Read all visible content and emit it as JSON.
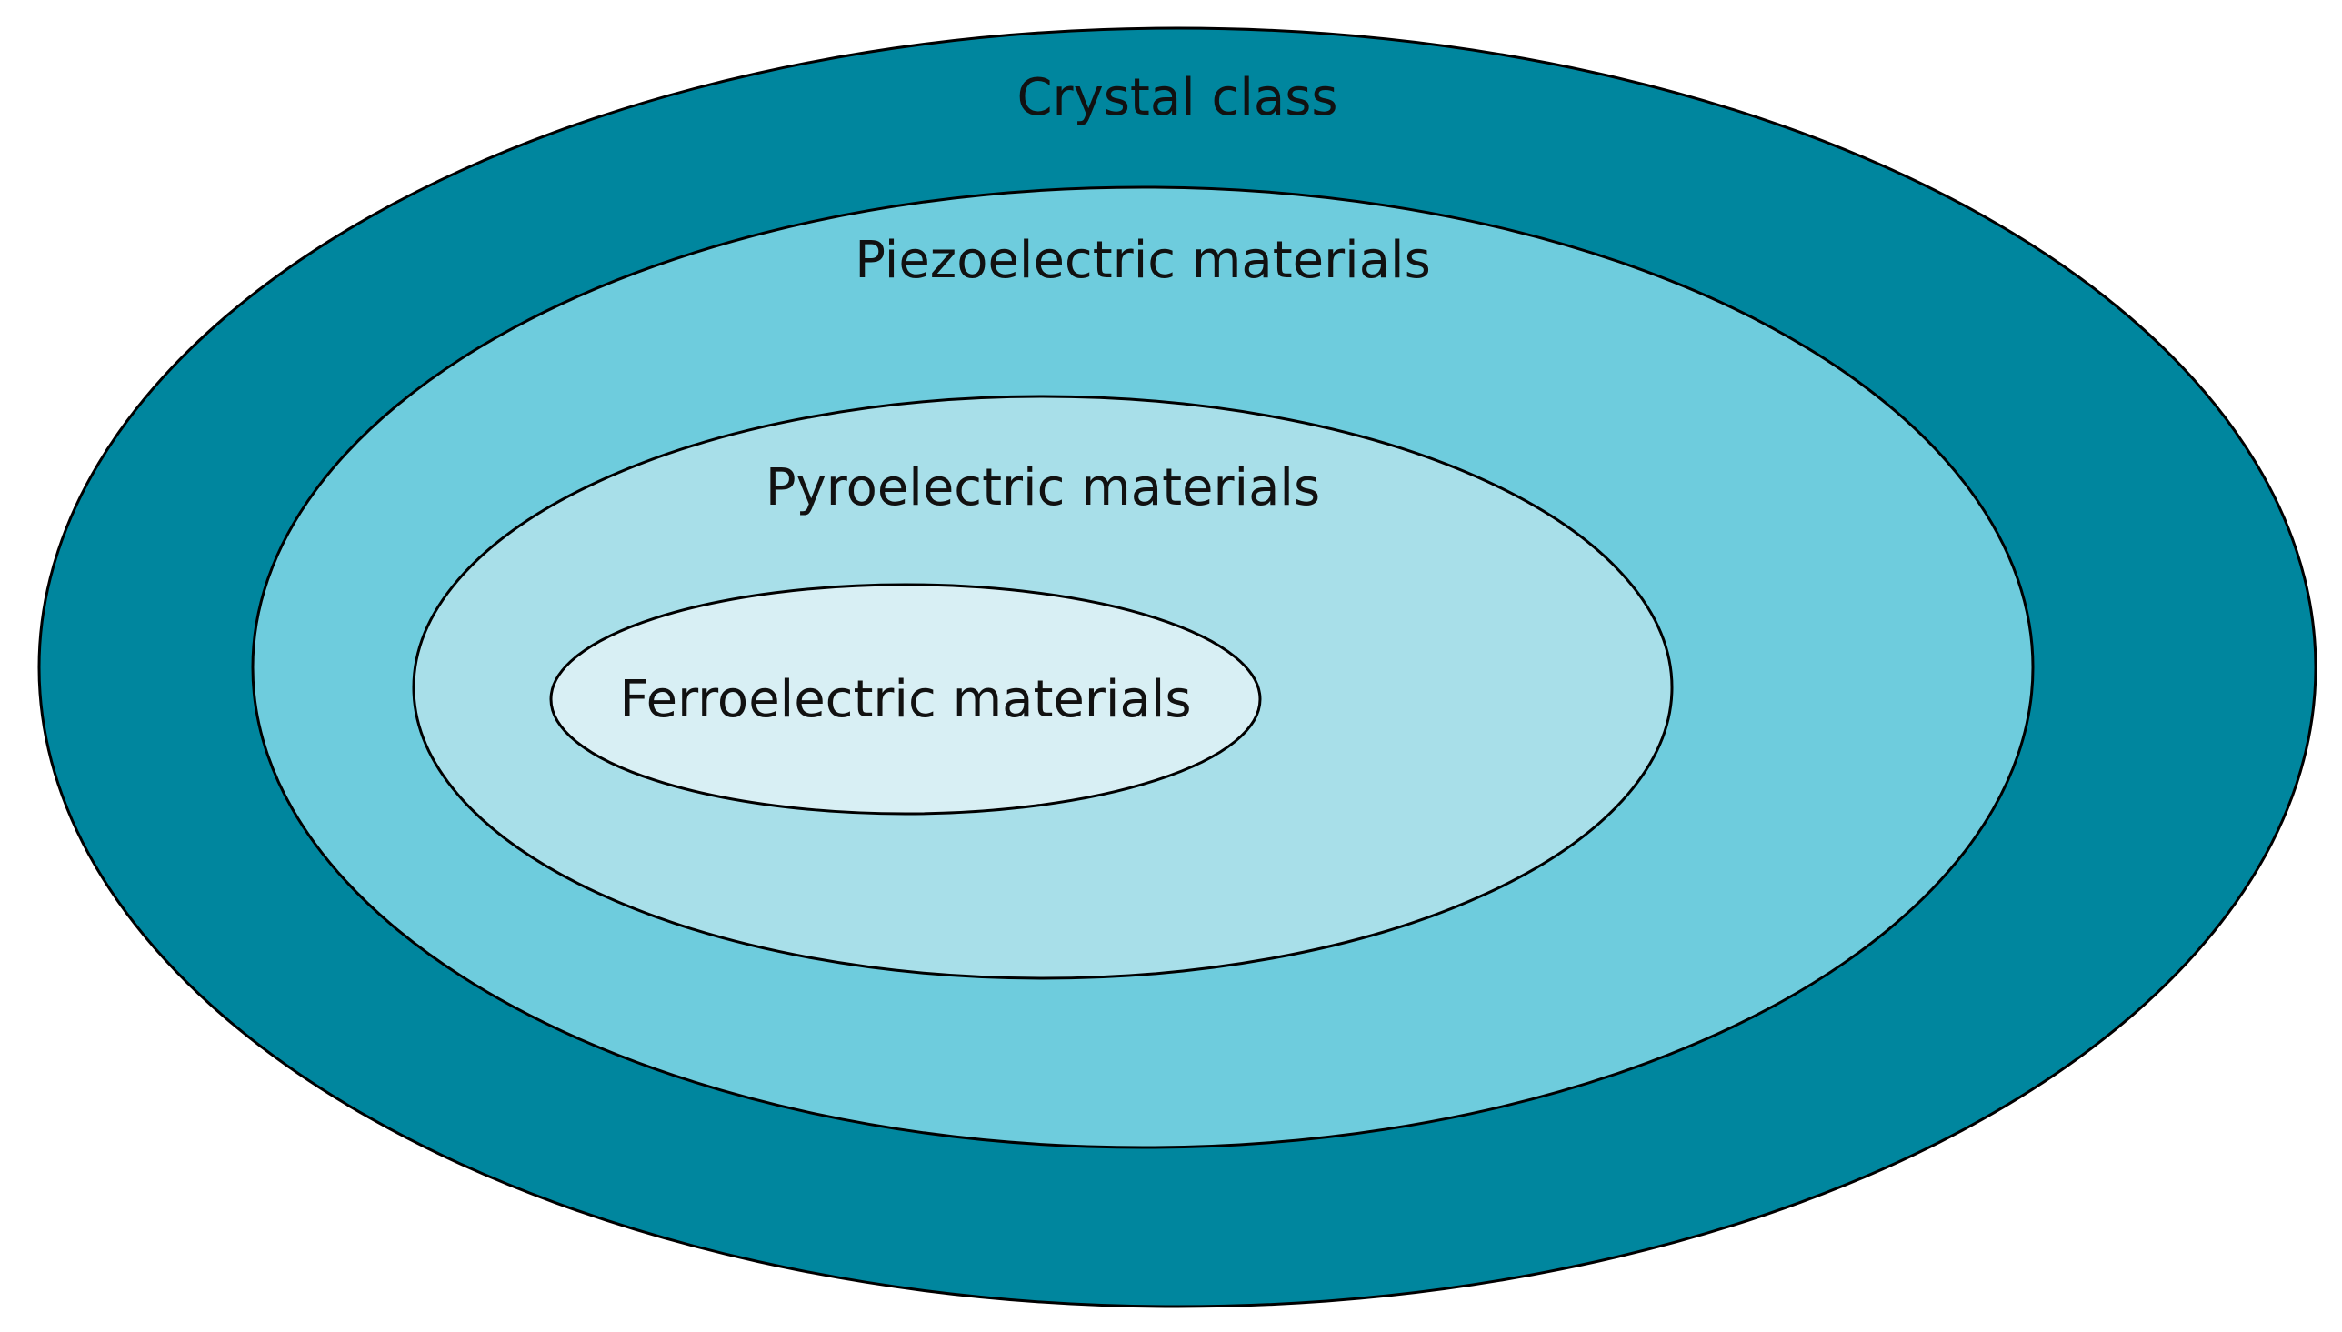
{
  "diagram": {
    "title": "",
    "levels": [
      {
        "id": "crystal",
        "label": "Crystal class",
        "fill": "#00869E"
      },
      {
        "id": "piezo",
        "label": "Piezoelectric materials",
        "fill": "#6ECCDD"
      },
      {
        "id": "pyro",
        "label": "Pyroelectric materials",
        "fill": "#A8DFE9"
      },
      {
        "id": "ferro",
        "label": "Ferroelectric materials",
        "fill": "#D8EFF4"
      }
    ],
    "outline_color": "#000000"
  }
}
